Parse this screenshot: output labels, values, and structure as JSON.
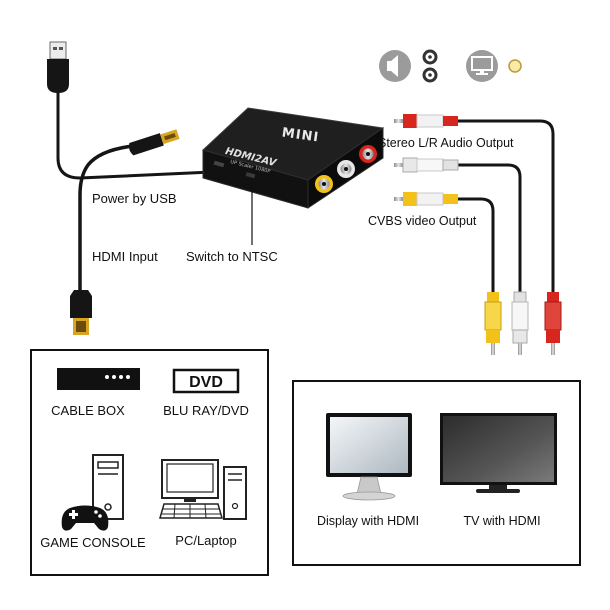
{
  "device": {
    "top_label": "MINI",
    "model": "HDMI2AV",
    "spec": "UP Scaler 1080P"
  },
  "callouts": {
    "audio_output": "Stereo L/R Audio Output",
    "power": "Power by USB",
    "video_output": "CVBS video Output",
    "hdmi_input": "HDMI Input",
    "switch": "Switch to NTSC"
  },
  "legend_icons": [
    "speaker-icon",
    "audio-jack-icon",
    "monitor-icon",
    "video-jack-icon"
  ],
  "sources": [
    {
      "label": "CABLE BOX",
      "icon": "cable-box-icon"
    },
    {
      "label": "BLU RAY/DVD",
      "icon": "dvd-player-icon",
      "badge": "DVD"
    },
    {
      "label": "GAME CONSOLE",
      "icon": "game-console-icon"
    },
    {
      "label": "PC/Laptop",
      "icon": "pc-icon"
    }
  ],
  "displays": [
    {
      "label": "Display with HDMI",
      "icon": "monitor-icon"
    },
    {
      "label": "TV with HDMI",
      "icon": "tv-icon"
    }
  ],
  "colors": {
    "audio_left": "#e8e8e8",
    "audio_right": "#d7261e",
    "video": "#f3c21a",
    "hdmi_tip": "#d9a520",
    "device": "#1a1a1a",
    "legend_circle": "#9b9b9b"
  }
}
